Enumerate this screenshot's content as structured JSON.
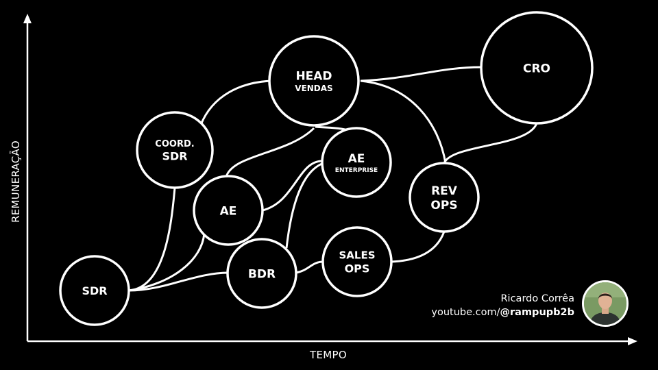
{
  "axes": {
    "y_label": "REMUNERAÇÃO",
    "x_label": "TEMPO"
  },
  "nodes": [
    {
      "id": "sdr",
      "lines": [
        "SDR"
      ]
    },
    {
      "id": "coord-sdr",
      "lines": [
        "COORD.",
        "SDR"
      ]
    },
    {
      "id": "ae",
      "lines": [
        "AE"
      ]
    },
    {
      "id": "bdr",
      "lines": [
        "BDR"
      ]
    },
    {
      "id": "head-vendas",
      "lines": [
        "HEAD",
        "VENDAS"
      ]
    },
    {
      "id": "ae-enterprise",
      "lines": [
        "AE",
        "ENTERPRISE"
      ]
    },
    {
      "id": "sales-ops",
      "lines": [
        "SALES",
        "OPS"
      ]
    },
    {
      "id": "rev-ops",
      "lines": [
        "REV",
        "OPS"
      ]
    },
    {
      "id": "cro",
      "lines": [
        "CRO"
      ]
    }
  ],
  "connections": [
    [
      "sdr",
      "coord-sdr"
    ],
    [
      "sdr",
      "ae"
    ],
    [
      "sdr",
      "bdr"
    ],
    [
      "coord-sdr",
      "head-vendas"
    ],
    [
      "ae",
      "head-vendas"
    ],
    [
      "ae",
      "ae-enterprise"
    ],
    [
      "bdr",
      "ae-enterprise"
    ],
    [
      "bdr",
      "sales-ops"
    ],
    [
      "head-vendas",
      "cro"
    ],
    [
      "head-vendas",
      "rev-ops"
    ],
    [
      "sales-ops",
      "rev-ops"
    ],
    [
      "rev-ops",
      "cro"
    ]
  ],
  "credit": {
    "name": "Ricardo Corrêa",
    "url_prefix": "youtube.com/",
    "handle": "@rampupb2b"
  },
  "avatar_icon": "person-photo",
  "colors": {
    "background": "#000000",
    "foreground": "#ffffff"
  }
}
